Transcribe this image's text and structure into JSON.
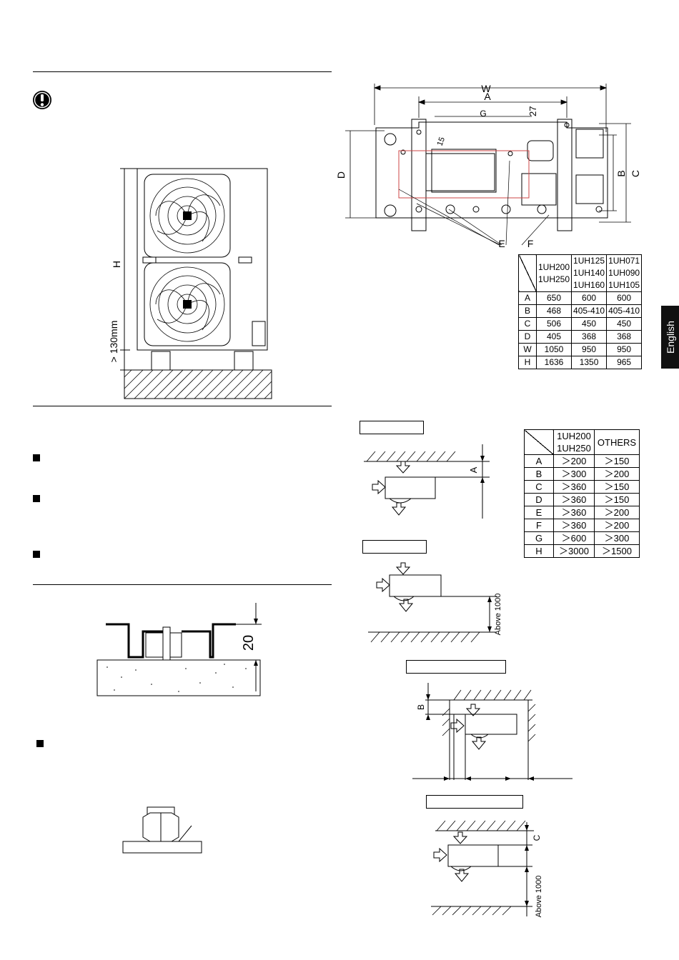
{
  "right_tab": {
    "label": "English"
  },
  "unit_dims": {
    "h_label": "H",
    "clearance_label": "> 130mm"
  },
  "bolt_dims": {
    "height_label": "20"
  },
  "top_view": {
    "labels": {
      "W": "W",
      "A": "A",
      "G": "G",
      "dim27": "27",
      "dim15": "15",
      "B": "B",
      "C": "C",
      "D": "D",
      "E": "E",
      "F": "F"
    }
  },
  "dimension_table": {
    "headers": [
      [
        "1UH200",
        "1UH250"
      ],
      [
        "1UH125",
        "1UH140",
        "1UH160"
      ],
      [
        "1UH071",
        "1UH090",
        "1UH105"
      ]
    ],
    "rows": [
      {
        "key": "A",
        "v": [
          "650",
          "600",
          "600"
        ]
      },
      {
        "key": "B",
        "v": [
          "468",
          "405-410",
          "405-410"
        ]
      },
      {
        "key": "C",
        "v": [
          "506",
          "450",
          "450"
        ]
      },
      {
        "key": "D",
        "v": [
          "405",
          "368",
          "368"
        ]
      },
      {
        "key": "W",
        "v": [
          "1050",
          "950",
          "950"
        ]
      },
      {
        "key": "H",
        "v": [
          "1636",
          "1350",
          "965"
        ]
      }
    ]
  },
  "clearance_table": {
    "headers": [
      [
        "1UH200",
        "1UH250"
      ],
      [
        "OTHERS"
      ]
    ],
    "rows": [
      {
        "key": "A",
        "v": [
          "＞200",
          "＞150"
        ]
      },
      {
        "key": "B",
        "v": [
          "＞300",
          "＞200"
        ]
      },
      {
        "key": "C",
        "v": [
          "＞360",
          "＞150"
        ]
      },
      {
        "key": "D",
        "v": [
          "＞360",
          "＞150"
        ]
      },
      {
        "key": "E",
        "v": [
          "＞360",
          "＞200"
        ]
      },
      {
        "key": "F",
        "v": [
          "＞360",
          "＞200"
        ]
      },
      {
        "key": "G",
        "v": [
          "＞600",
          "＞300"
        ]
      },
      {
        "key": "H",
        "v": [
          "＞3000",
          "＞1500"
        ]
      }
    ]
  },
  "clearance_diagrams": {
    "d1": {
      "label": "A"
    },
    "d2": {
      "label": "Above 1000"
    },
    "d3": {
      "label": "B"
    },
    "d4": {
      "label_c": "C",
      "label_above": "Above 1000"
    }
  }
}
